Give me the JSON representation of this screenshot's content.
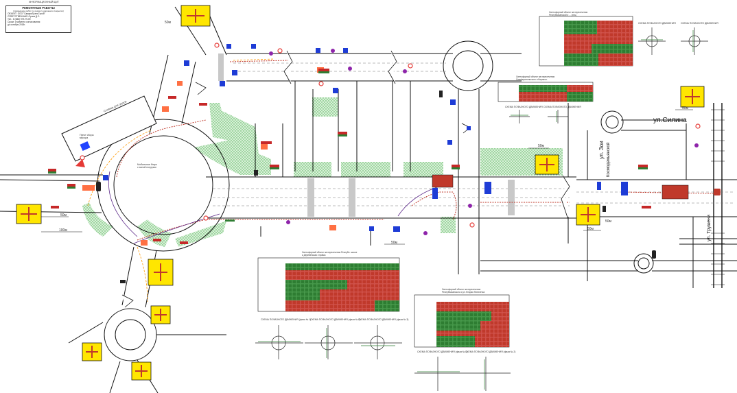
{
  "info_panel": {
    "caption": "ИНФОРМАЦИОННЫЙ ЩИТ",
    "title": "РЕМОНТНЫЕ РАБОТЫ",
    "subtitle": "(проведение работ по ремонту дорожного покрытия)",
    "object_label": "ОБЪЕКТ:",
    "contractor": "ООО \"СамараТрансСтрой\"",
    "responsible_label": "ОТВЕТСТВЕННЫЙ:",
    "responsible_name": "Орлов Д.С.",
    "phone_label": "Тел.:",
    "phone": "8 (846) 979-79-09",
    "term_label": "Сроки:",
    "term_value": "с момента согласования",
    "term_end": "до октября 2018г."
  },
  "streets": {
    "silina": "ул.Силина",
    "zoi": "ул. Зои",
    "zoi_sub": "Космодемьянской",
    "tsentralnaya": "ул. Тружени"
  },
  "captions": {
    "parking": "Стоянка для грузов",
    "mobile": "Мобильное бюро\nс зоной погрузки",
    "pr": "Пункт сбора\nмусора",
    "tbl_left_title": "Светофорный объект на пересечении\nРеспубликанской и ... улиц",
    "tbl_mid_title": "Светофорный объект на пересечении\nСимферопольского и Кирпичн.",
    "tbl_right_title": "Светофорный объект на пересечении\nул. Победы",
    "tbl_b1_title": "Светофорный объект на пересечении Республ. шоссе\nи Деревенская стройка",
    "tbl_b2_title": "Светофорный объект на пересечении\nРеспубликанского и ул. Вторая Пятилетка",
    "scheme": "СХЕМА ПОФАЗНОГО ДВИЖЕНИЯ",
    "scheme_p1": "СХЕМА ПОФАЗНОГО ДВИЖЕНИЯ (фаза № 1)",
    "scheme_p2": "СХЕМА ПОФАЗНОГО ДВИЖЕНИЯ (фаза № 2)",
    "scheme_p3": "СХЕМА ПОФАЗНОГО ДВИЖЕНИЯ (фаза № 3)"
  },
  "distances": [
    "50м",
    "50м",
    "100м",
    "50м",
    "50м",
    "50м",
    "50м",
    "50м"
  ],
  "colors": {
    "road_line": "#111111",
    "green_zone": "#7fd47f",
    "work_zone": "#c0392b",
    "sign_yellow": "#ffe600",
    "signal_red": "#c62828",
    "signal_green": "#2e7d32",
    "bus_blue": "#1e3cd6",
    "purple": "#8e24aa"
  }
}
